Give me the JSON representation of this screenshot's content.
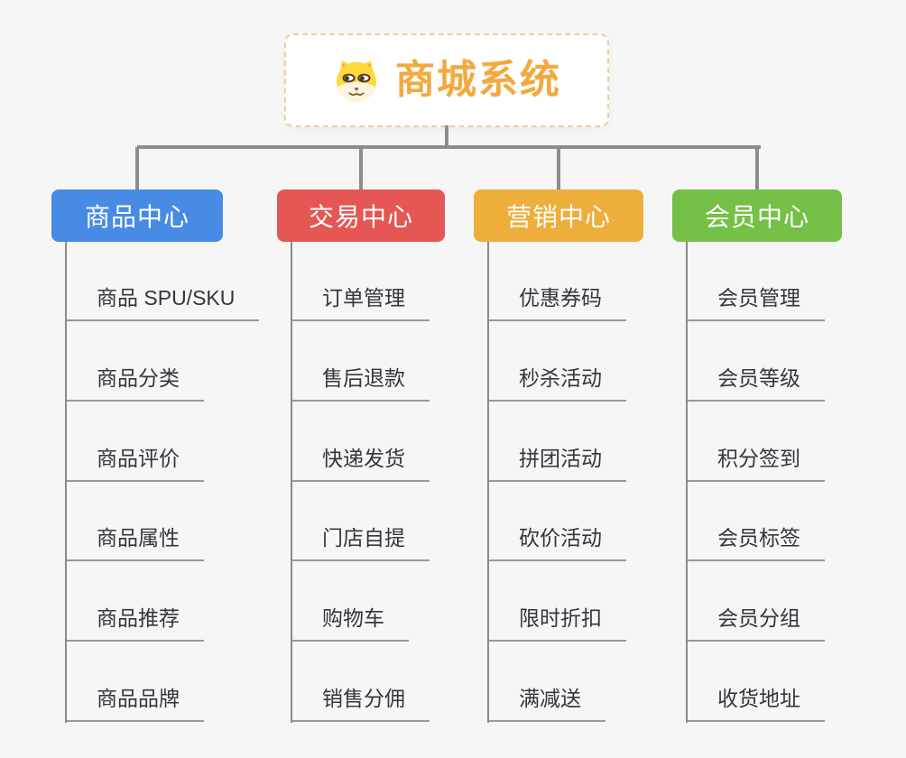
{
  "page": {
    "background_color": "#f6f6f7",
    "connector_color": "#8c8c8c"
  },
  "root": {
    "title": "商城系统",
    "icon": "dog-face-icon",
    "text_color": "#f3a940",
    "border_color": "#f2cf96"
  },
  "branches": [
    {
      "label": "商品中心",
      "color": "#478be4",
      "children": [
        "商品 SPU/SKU",
        "商品分类",
        "商品评价",
        "商品属性",
        "商品推荐",
        "商品品牌"
      ]
    },
    {
      "label": "交易中心",
      "color": "#e45754",
      "children": [
        "订单管理",
        "售后退款",
        "快递发货",
        "门店自提",
        "购物车",
        "销售分佣"
      ]
    },
    {
      "label": "营销中心",
      "color": "#edae3c",
      "children": [
        "优惠券码",
        "秒杀活动",
        "拼团活动",
        "砍价活动",
        "限时折扣",
        "满减送"
      ]
    },
    {
      "label": "会员中心",
      "color": "#75c046",
      "children": [
        "会员管理",
        "会员等级",
        "积分签到",
        "会员标签",
        "会员分组",
        "收货地址"
      ]
    }
  ]
}
